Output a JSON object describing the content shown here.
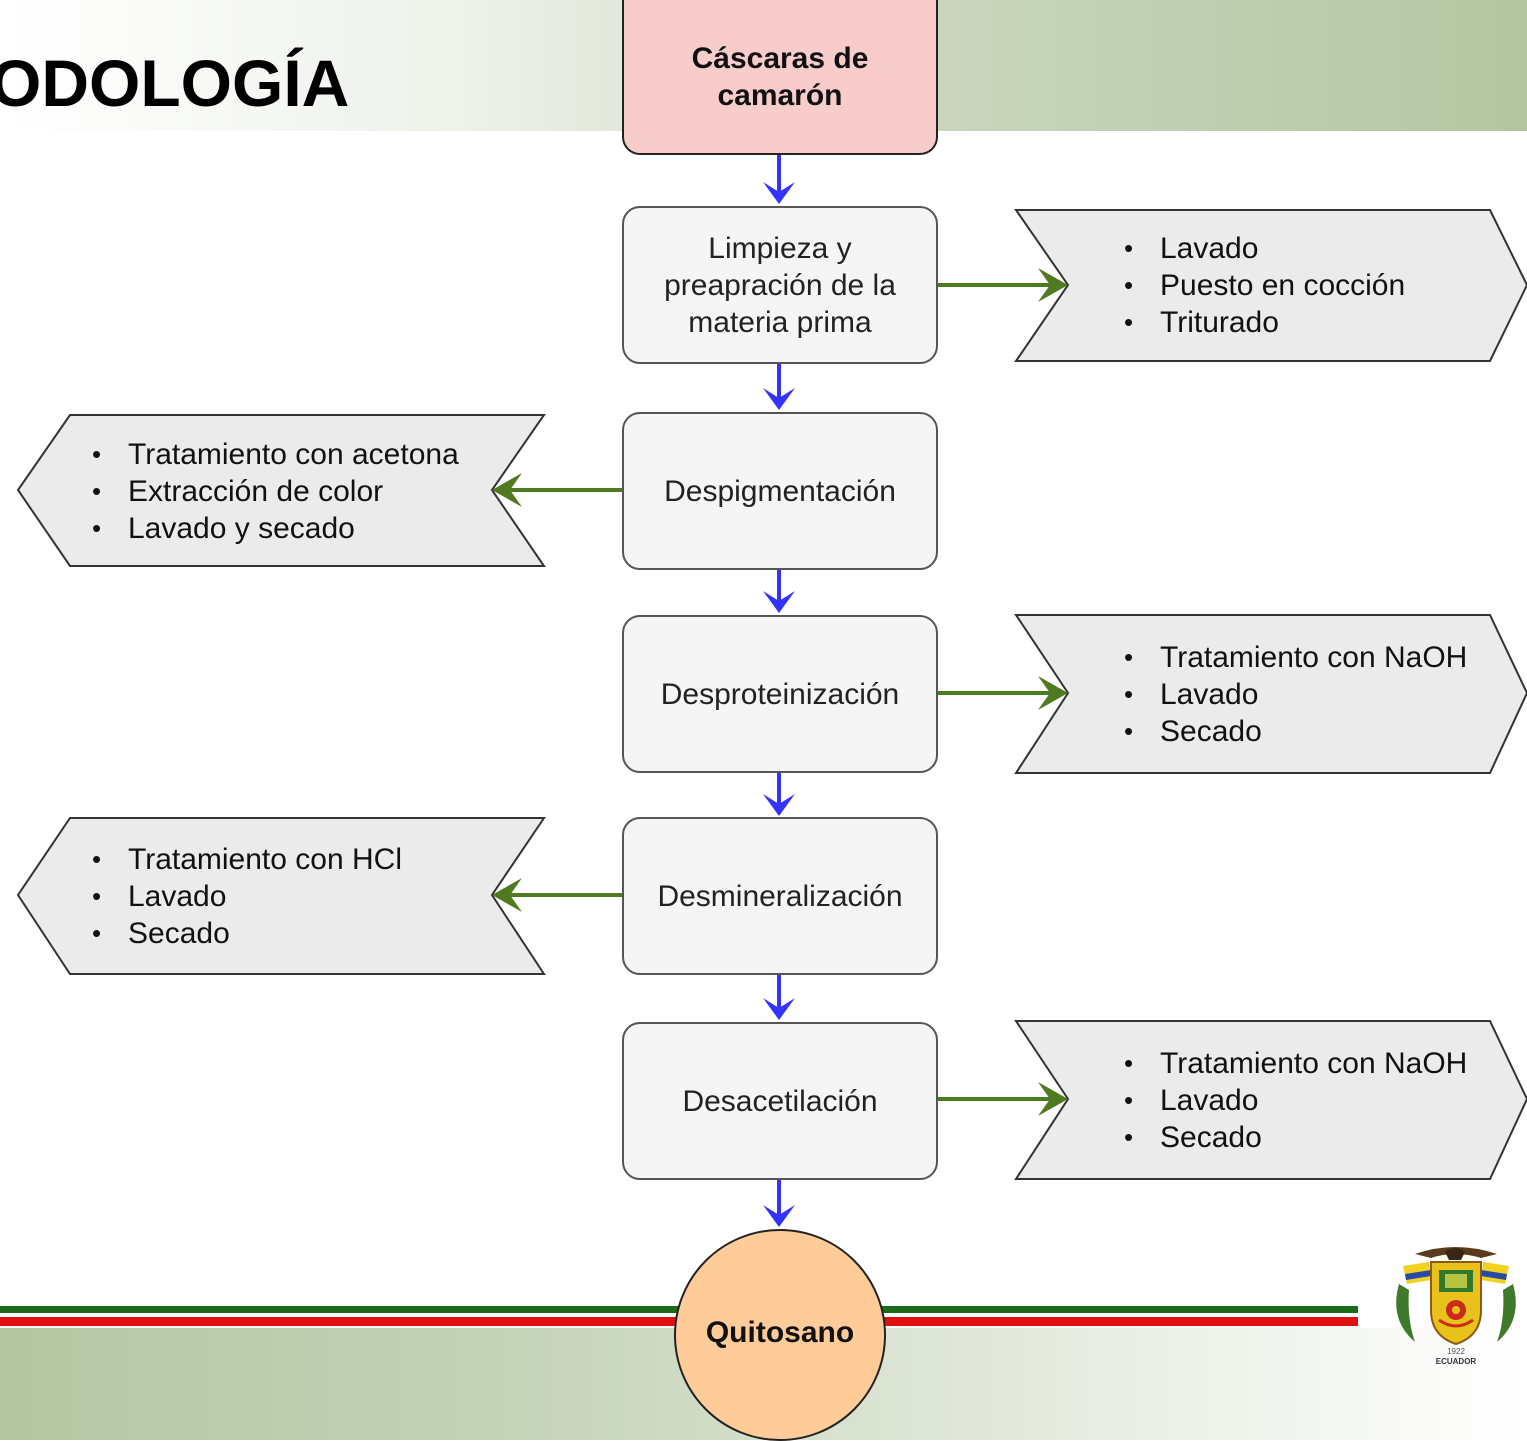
{
  "title": "ODOLOGÍA",
  "start_node": "Cáscaras de\ncamarón",
  "steps": [
    {
      "label": "Limpieza y\npreapración de la\nmateria prima",
      "side": "right",
      "items": [
        "Lavado",
        "Puesto en cocción",
        "Triturado"
      ]
    },
    {
      "label": "Despigmentación",
      "side": "left",
      "items": [
        "Tratamiento con acetona",
        "Extracción de color",
        "Lavado y secado"
      ]
    },
    {
      "label": "Desproteinización",
      "side": "right",
      "items": [
        "Tratamiento con NaOH",
        "Lavado",
        "Secado"
      ]
    },
    {
      "label": "Desmineralización",
      "side": "left",
      "items": [
        "Tratamiento con HCl",
        "Lavado",
        "Secado"
      ]
    },
    {
      "label": "Desacetilación",
      "side": "right",
      "items": [
        "Tratamiento con NaOH",
        "Lavado",
        "Secado"
      ]
    }
  ],
  "end_node": "Quitosano",
  "emblem": {
    "year": "1922",
    "country": "ECUADOR"
  },
  "colors": {
    "flow_arrow": "#3333ff",
    "side_arrow": "#4f7a1f",
    "start_fill": "#f9cccc",
    "end_fill": "#ffcc99",
    "step_fill": "#f5f5f5",
    "note_fill": "#ebebeb",
    "header_green": "#b3c6a0",
    "stripe_green": "#1b6b1b",
    "stripe_red": "#e01010"
  }
}
